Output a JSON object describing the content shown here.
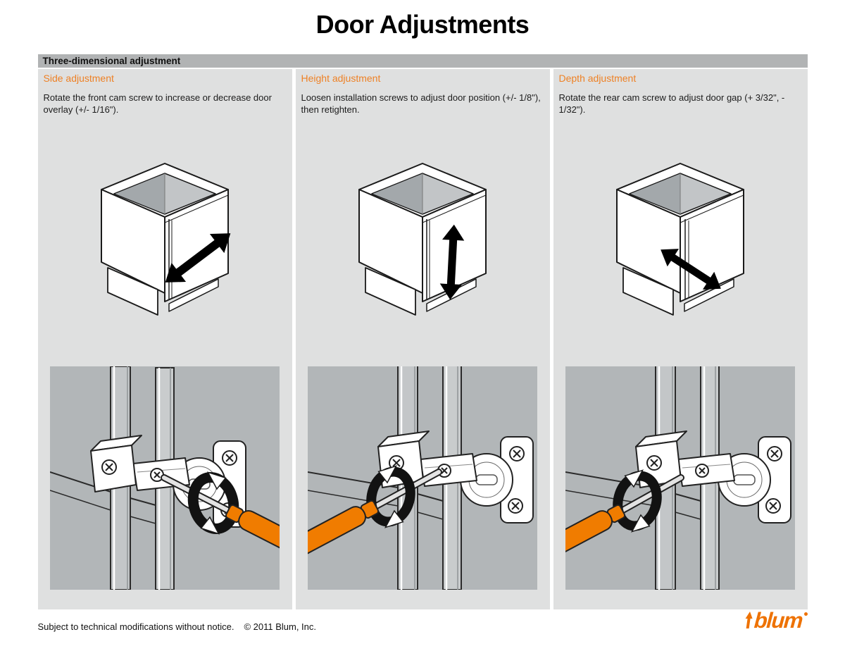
{
  "title": "Door Adjustments",
  "section_header": "Three-dimensional adjustment",
  "accent_color": "#ee8125",
  "screwdriver_color": "#f07c00",
  "columns": [
    {
      "heading": "Side adjustment",
      "description": "Rotate the front cam screw to increase or decrease door overlay (+/- 1/16\").",
      "cabinet_icon": "cabinet-with-diagonal-double-arrow",
      "hinge_icon": "hinge-front-cam-screwdriver-from-right"
    },
    {
      "heading": "Height adjustment",
      "description": "Loosen installation screws to adjust door position (+/- 1/8\"), then retighten.",
      "cabinet_icon": "cabinet-with-vertical-double-arrow",
      "hinge_icon": "hinge-installation-screw-screwdriver-from-left"
    },
    {
      "heading": "Depth adjustment",
      "description": "Rotate the rear cam screw to adjust door gap (+ 3/32\", - 1/32\").",
      "cabinet_icon": "cabinet-with-depth-double-arrow",
      "hinge_icon": "hinge-rear-cam-screwdriver-from-left"
    }
  ],
  "footer": {
    "note": "Subject to technical modifications without notice.",
    "copyright": "© 2011 Blum, Inc."
  },
  "logo": {
    "text": "blum",
    "color": "#ee7203"
  }
}
